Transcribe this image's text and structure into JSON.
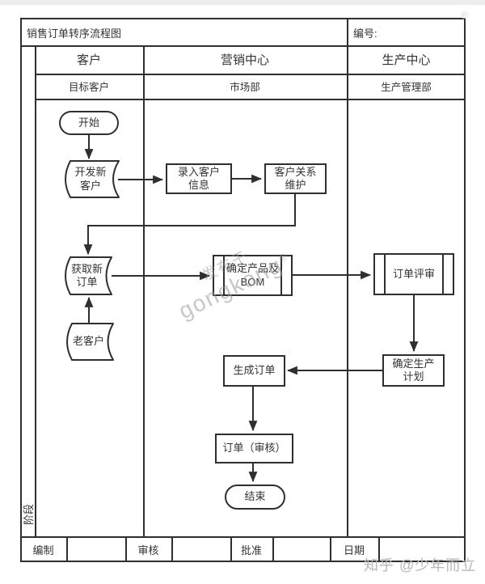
{
  "doc": {
    "title": "销售订单转序流程图",
    "doc_no_label": "编号:"
  },
  "lanes": {
    "stage_label": "阶段",
    "columns": [
      {
        "name": "客户",
        "department": "目标客户"
      },
      {
        "name": "营销中心",
        "department": "市场部"
      },
      {
        "name": "生产中心",
        "department": "生产管理部"
      }
    ]
  },
  "nodes": {
    "start": "开始",
    "dev_new_customer": "开发新\n客户",
    "enter_customer_info": "录入客户\n信息",
    "crm": "客户关系\n维护",
    "get_new_order": "获取新\n订单",
    "old_customer": "老客户",
    "bom": "确定产品及\nBOM",
    "order_review": "订单评审",
    "prod_plan": "确定生产\n计划",
    "gen_order": "生成订单",
    "order_audit": "订单（审核）",
    "end": "结束"
  },
  "footer": {
    "labels": [
      "编制",
      "审核",
      "批准",
      "日期"
    ]
  },
  "watermarks": {
    "publisher_prefix": "发布于",
    "brand": "gongkong",
    "registered": "®",
    "credit": "知乎 @少年而立"
  },
  "colors": {
    "line": "#2f2f2f",
    "text": "#333333",
    "watermark": "#9a9a9a",
    "credit": "#b7b7b7"
  }
}
